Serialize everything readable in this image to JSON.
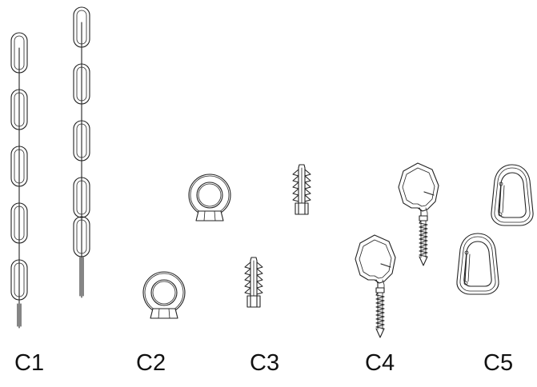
{
  "parts": [
    {
      "id": "c1",
      "label": "C1",
      "icon": "chain-icon"
    },
    {
      "id": "c2",
      "label": "C2",
      "icon": "eye-nut-icon"
    },
    {
      "id": "c3",
      "label": "C3",
      "icon": "wall-plug-icon"
    },
    {
      "id": "c4",
      "label": "C4",
      "icon": "hook-screw-icon"
    },
    {
      "id": "c5",
      "label": "C5",
      "icon": "carabiner-icon"
    }
  ]
}
